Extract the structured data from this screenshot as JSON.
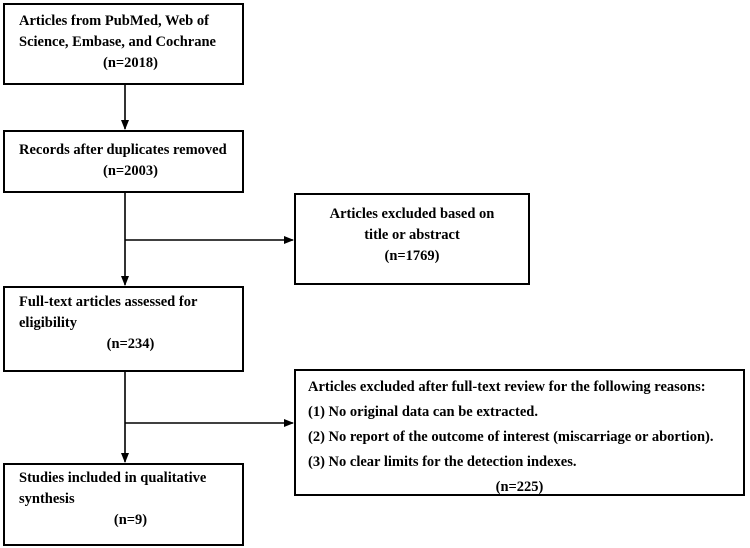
{
  "flowchart": {
    "identification": {
      "lines": [
        "Articles from PubMed, Web of",
        "Science, Embase, and Cochrane"
      ],
      "count": "(n=2018)"
    },
    "screening": {
      "lines": [
        "Records after duplicates removed"
      ],
      "count": "(n=2003)"
    },
    "excluded_title_abstract": {
      "lines": [
        "Articles excluded based on",
        "title or abstract"
      ],
      "count": "(n=1769)"
    },
    "eligibility": {
      "lines": [
        "Full-text articles assessed for",
        "eligibility"
      ],
      "count": "(n=234)"
    },
    "excluded_full_text": {
      "heading": "Articles excluded after full-text review for the following reasons:",
      "reasons": [
        "(1) No original data can be extracted.",
        "(2) No report of the outcome of interest (miscarriage or abortion).",
        "(3) No clear limits for the detection indexes."
      ],
      "count": "(n=225)"
    },
    "included": {
      "lines": [
        "Studies included in qualitative",
        "synthesis"
      ],
      "count": "(n=9)"
    }
  }
}
